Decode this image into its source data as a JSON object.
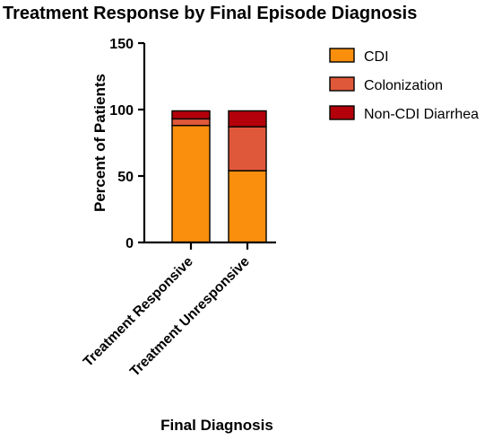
{
  "chart_data": {
    "type": "bar",
    "stacked": true,
    "title": "Treatment Response by Final Episode Diagnosis",
    "xlabel": "Final Diagnosis",
    "ylabel": "Percent of Patients",
    "ylim": [
      0,
      150
    ],
    "yticks": [
      "0",
      "50",
      "100",
      "150"
    ],
    "categories": [
      "Treatment Responsive",
      "Treatment Unresponsive"
    ],
    "series": [
      {
        "name": "CDI",
        "color": "#F98F0D",
        "values": [
          88,
          54
        ]
      },
      {
        "name": "Colonization",
        "color": "#E0583A",
        "values": [
          5,
          33
        ]
      },
      {
        "name": "Non-CDI Diarrhea",
        "color": "#B3000A",
        "values": [
          6,
          12
        ]
      }
    ],
    "grid": false,
    "legend_position": "top-right"
  }
}
